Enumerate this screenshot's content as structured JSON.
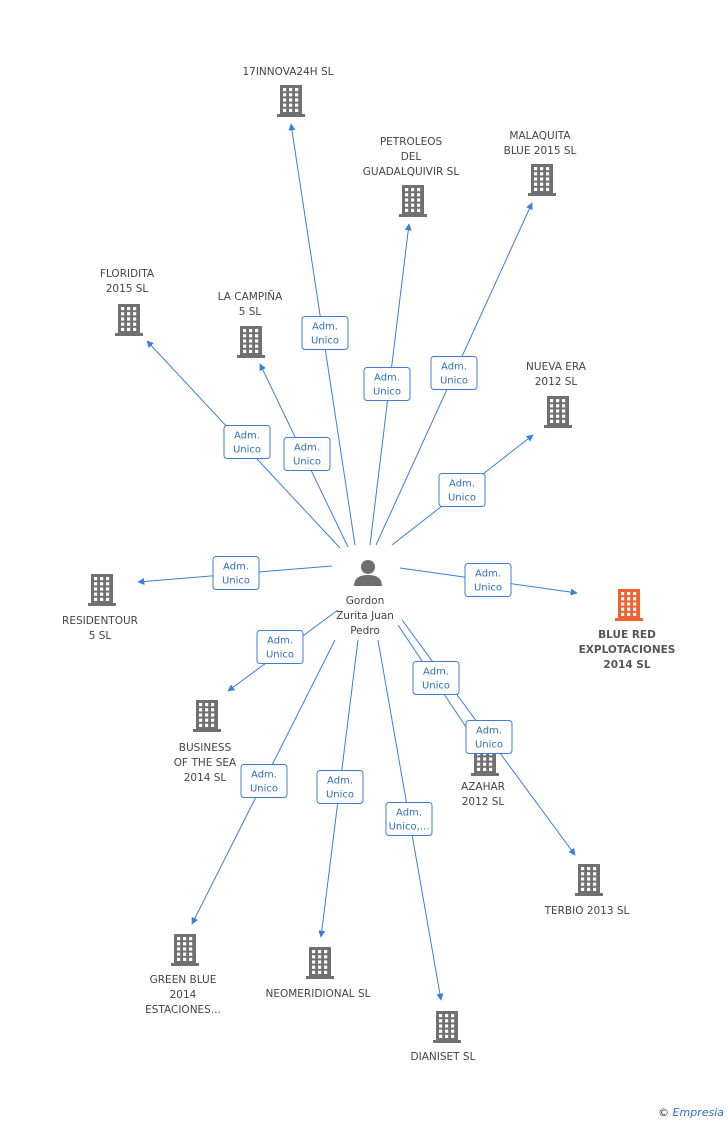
{
  "center": {
    "lines": [
      "Gordon",
      "Zurita Juan",
      "Pedro"
    ],
    "icon": "person-icon"
  },
  "companies": [
    {
      "id": "innova",
      "lines": [
        "17INNOVA24H SL"
      ]
    },
    {
      "id": "petroleos",
      "lines": [
        "PETROLEOS",
        "DEL",
        "GUADALQUIVIR SL"
      ]
    },
    {
      "id": "malaquita",
      "lines": [
        "MALAQUITA",
        "BLUE 2015  SL"
      ]
    },
    {
      "id": "floridita",
      "lines": [
        "FLORIDITA",
        "2015  SL"
      ]
    },
    {
      "id": "campina",
      "lines": [
        "LA CAMPIÑA",
        "5  SL"
      ]
    },
    {
      "id": "nuevaera",
      "lines": [
        "NUEVA ERA",
        "2012 SL"
      ]
    },
    {
      "id": "residentour",
      "lines": [
        "RESIDENTOUR",
        "5  SL"
      ]
    },
    {
      "id": "bluered",
      "lines": [
        "BLUE RED",
        "EXPLOTACIONES",
        "2014  SL"
      ],
      "highlight": true
    },
    {
      "id": "business",
      "lines": [
        "BUSINESS",
        "OF THE SEA",
        "2014  SL"
      ]
    },
    {
      "id": "azahar",
      "lines": [
        "AZAHAR",
        "2012 SL"
      ]
    },
    {
      "id": "terbio",
      "lines": [
        "TERBIO 2013 SL"
      ]
    },
    {
      "id": "greenblue",
      "lines": [
        "GREEN BLUE",
        "2014",
        "ESTACIONES..."
      ]
    },
    {
      "id": "neomeridional",
      "lines": [
        "NEOMERIDIONAL SL"
      ]
    },
    {
      "id": "dianiset",
      "lines": [
        "DIANISET SL"
      ]
    }
  ],
  "edges": [
    {
      "to": "innova",
      "label": [
        "Adm.",
        "Unico"
      ]
    },
    {
      "to": "petroleos",
      "label": [
        "Adm.",
        "Unico"
      ]
    },
    {
      "to": "malaquita",
      "label": [
        "Adm.",
        "Unico"
      ]
    },
    {
      "to": "floridita",
      "label": [
        "Adm.",
        "Unico"
      ]
    },
    {
      "to": "campina",
      "label": [
        "Adm.",
        "Unico"
      ]
    },
    {
      "to": "nuevaera",
      "label": [
        "Adm.",
        "Unico"
      ]
    },
    {
      "to": "residentour",
      "label": [
        "Adm.",
        "Unico"
      ]
    },
    {
      "to": "bluered",
      "label": [
        "Adm.",
        "Unico"
      ]
    },
    {
      "to": "business",
      "label": [
        "Adm.",
        "Unico"
      ]
    },
    {
      "to": "azahar",
      "label": [
        "Adm.",
        "Unico"
      ]
    },
    {
      "to": "terbio",
      "label": [
        "Adm.",
        "Unico"
      ]
    },
    {
      "to": "greenblue",
      "label": [
        "Adm.",
        "Unico"
      ]
    },
    {
      "to": "neomeridional",
      "label": [
        "Adm.",
        "Unico"
      ]
    },
    {
      "to": "dianiset",
      "label": [
        "Adm.",
        "Unico,..."
      ]
    }
  ],
  "colors": {
    "edge": "#3b7fd6",
    "building": "#707070",
    "building_highlight": "#f0622f"
  },
  "footer": {
    "copyright": "©",
    "brand": "Empresia"
  }
}
